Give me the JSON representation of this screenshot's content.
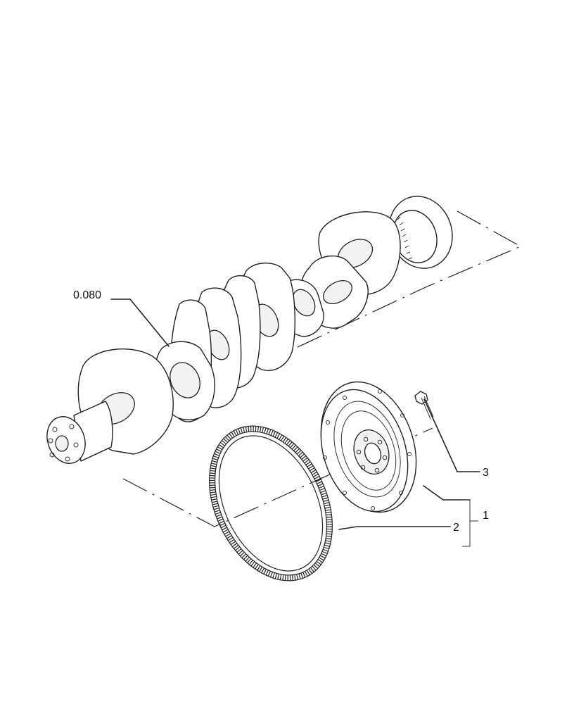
{
  "callouts": {
    "crankshaft_ref": "0.080",
    "item_1": "1",
    "item_2": "2",
    "item_3": "3"
  },
  "icons": [
    "crankshaft",
    "flywheel",
    "ring-gear",
    "bolt"
  ]
}
